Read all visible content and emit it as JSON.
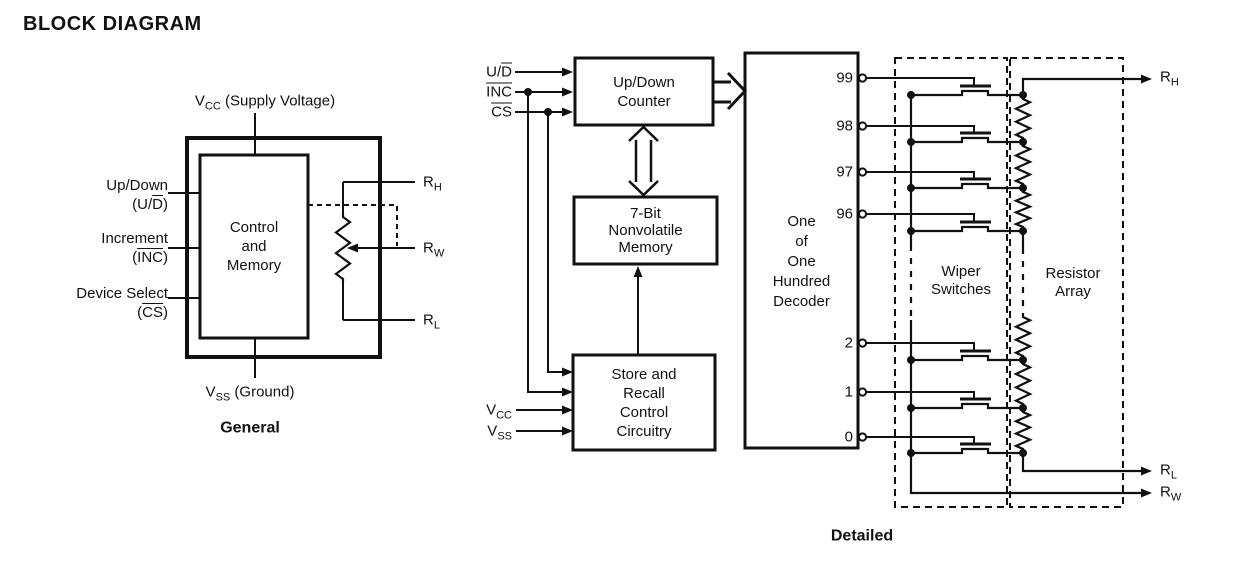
{
  "title": "BLOCK DIAGRAM",
  "general": {
    "caption": "General",
    "supply_top": {
      "base": "V",
      "sub": "CC",
      "rest": " (Supply Voltage)"
    },
    "supply_bottom": {
      "base": "V",
      "sub": "SS",
      "rest": " (Ground)"
    },
    "inputs": [
      {
        "name": "Up/Down",
        "paren_pre": "(U/",
        "paren_bar": "D",
        "paren_post": ")"
      },
      {
        "name": "Increment",
        "paren_pre": "(",
        "paren_bar": "INC",
        "paren_post": ")"
      },
      {
        "name": "Device Select",
        "paren_pre": "(",
        "paren_bar": "CS",
        "paren_post": ")"
      }
    ],
    "block": {
      "line1": "Control",
      "line2": "and",
      "line3": "Memory"
    },
    "terminals": [
      {
        "base": "R",
        "sub": "H"
      },
      {
        "base": "R",
        "sub": "W"
      },
      {
        "base": "R",
        "sub": "L"
      }
    ]
  },
  "detailed": {
    "caption": "Detailed",
    "inputs_top": [
      {
        "pre": "U/",
        "bar": "D"
      },
      {
        "pre": "",
        "bar": "INC"
      },
      {
        "pre": "",
        "bar": "CS"
      }
    ],
    "inputs_bottom": [
      {
        "base": "V",
        "sub": "CC"
      },
      {
        "base": "V",
        "sub": "SS"
      }
    ],
    "blocks": {
      "counter": [
        "Up/Down",
        "Counter"
      ],
      "memory": [
        "7-Bit",
        "Nonvolatile",
        "Memory"
      ],
      "store": [
        "Store and",
        "Recall",
        "Control",
        "Circuitry"
      ],
      "decoder": [
        "One",
        "of",
        "One",
        "Hundred",
        "Decoder"
      ]
    },
    "decoder_outputs_top": [
      "99",
      "98",
      "97",
      "96"
    ],
    "decoder_outputs_bottom": [
      "2",
      "1",
      "0"
    ],
    "region_labels": {
      "wiper": [
        "Wiper",
        "Switches"
      ],
      "resistor": [
        "Resistor",
        "Array"
      ]
    },
    "terminals": {
      "rh": {
        "base": "R",
        "sub": "H"
      },
      "rl": {
        "base": "R",
        "sub": "L"
      },
      "rw": {
        "base": "R",
        "sub": "W"
      }
    }
  },
  "colors": {
    "ink": "#111111",
    "background": "#ffffff"
  }
}
